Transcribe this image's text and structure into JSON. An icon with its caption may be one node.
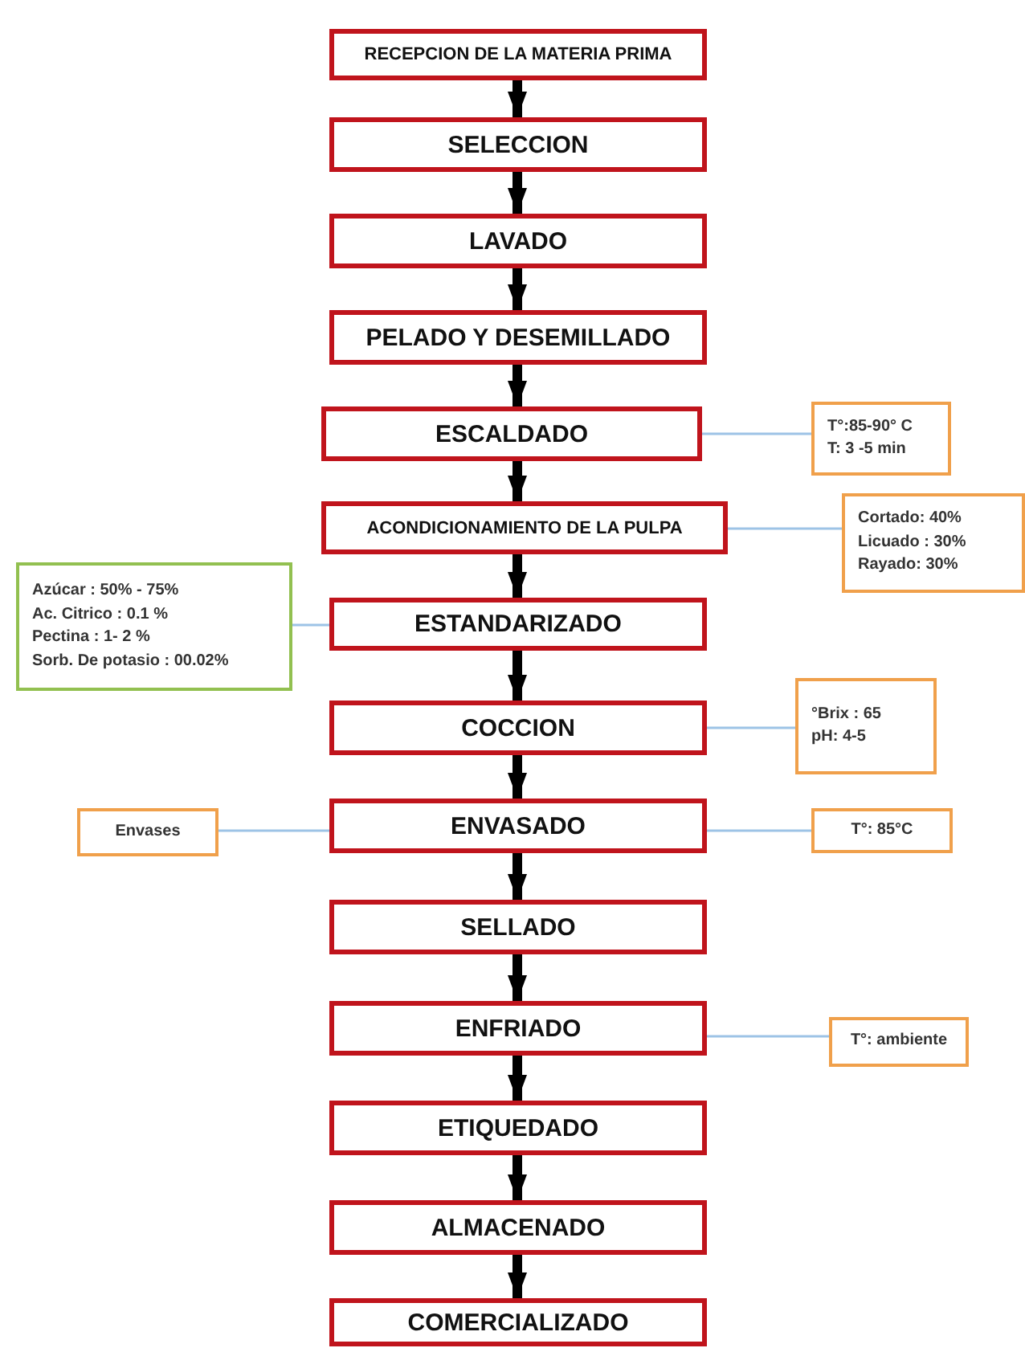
{
  "diagram": {
    "nodes": [
      {
        "text": [
          "RECEPCION DE LA MATERIA PRIMA"
        ]
      },
      {
        "text": [
          "SELECCION"
        ]
      },
      {
        "text": [
          "LAVADO"
        ]
      },
      {
        "text": [
          "PELADO Y DESEMILLADO"
        ]
      },
      {
        "text": [
          "ESCALDADO"
        ]
      },
      {
        "text": [
          "ACONDICIONAMIENTO DE LA PULPA"
        ]
      },
      {
        "text": [
          "ESTANDARIZADO"
        ]
      },
      {
        "text": [
          "COCCION"
        ]
      },
      {
        "text": [
          "ENVASADO"
        ]
      },
      {
        "text": [
          "SELLADO"
        ]
      },
      {
        "text": [
          "ENFRIADO"
        ]
      },
      {
        "text": [
          "ETIQUEDADO"
        ]
      },
      {
        "text": [
          "ALMACENADO"
        ]
      },
      {
        "text": [
          "COMERCIALIZADO"
        ]
      },
      {
        "text": [
          "T°:85-90° C",
          "T: 3 -5 min"
        ]
      },
      {
        "text": [
          "Cortado: 40%",
          "Licuado : 30%",
          "Rayado: 30%"
        ]
      },
      {
        "text": [
          "Azúcar : 50% - 75%",
          "Ac. Citrico : 0.1 %",
          "Pectina : 1- 2 %",
          "Sorb. De potasio :  00.02%"
        ]
      },
      {
        "text": [
          "°Brix : 65",
          "pH: 4-5"
        ]
      },
      {
        "text": [
          "Envases"
        ]
      },
      {
        "text": [
          "T°: 85°C"
        ]
      },
      {
        "text": [
          "T°: ambiente"
        ]
      }
    ],
    "edges": [
      {
        "from": 0,
        "to": 1,
        "arrow": "to"
      },
      {
        "from": 1,
        "to": 2,
        "arrow": "to"
      },
      {
        "from": 2,
        "to": 3,
        "arrow": "to"
      },
      {
        "from": 3,
        "to": 4,
        "arrow": "to"
      },
      {
        "from": 4,
        "to": 5,
        "arrow": "to"
      },
      {
        "from": 5,
        "to": 6,
        "arrow": "to"
      },
      {
        "from": 6,
        "to": 7,
        "arrow": "to"
      },
      {
        "from": 7,
        "to": 8,
        "arrow": "to"
      },
      {
        "from": 8,
        "to": 9,
        "arrow": "to"
      },
      {
        "from": 9,
        "to": 10,
        "arrow": "to"
      },
      {
        "from": 10,
        "to": 11,
        "arrow": "to"
      },
      {
        "from": 11,
        "to": 12,
        "arrow": "to"
      },
      {
        "from": 12,
        "to": 13,
        "arrow": "to"
      },
      {
        "from": 4,
        "to": 14,
        "arrow": "none",
        "color": "#9dc3e6"
      },
      {
        "from": 5,
        "to": 15,
        "arrow": "none",
        "color": "#9dc3e6"
      },
      {
        "from": 16,
        "to": 6,
        "arrow": "none",
        "color": "#9dc3e6"
      },
      {
        "from": 7,
        "to": 17,
        "arrow": "none",
        "color": "#9dc3e6"
      },
      {
        "from": 18,
        "to": 8,
        "arrow": "none",
        "color": "#9dc3e6"
      },
      {
        "from": 8,
        "to": 19,
        "arrow": "none",
        "color": "#9dc3e6"
      },
      {
        "from": 10,
        "to": 20,
        "arrow": "none",
        "color": "#9dc3e6"
      }
    ]
  }
}
